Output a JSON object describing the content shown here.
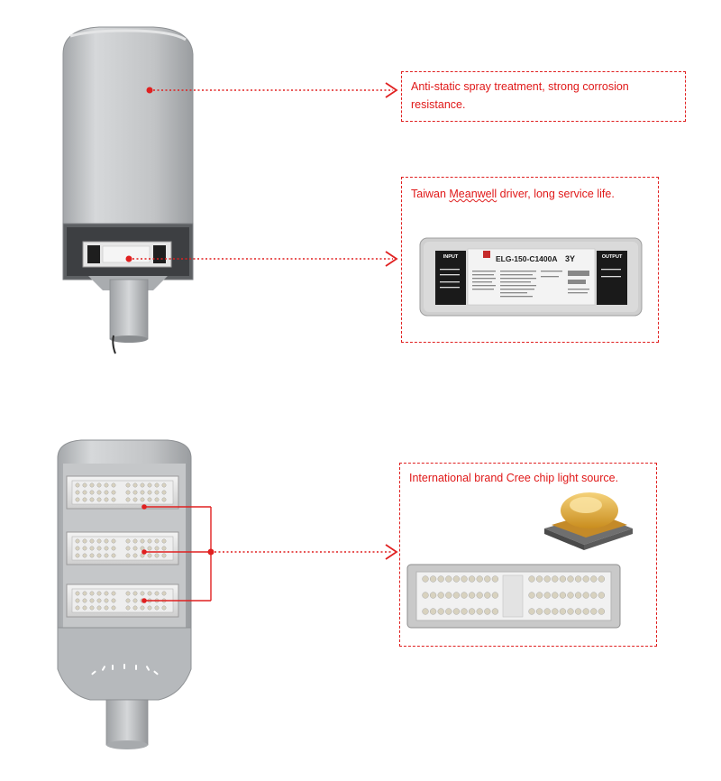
{
  "callouts": {
    "spray": {
      "text": "Anti-static spray treatment, strong corrosion resistance."
    },
    "driver": {
      "text_before": "Taiwan ",
      "brand": "Meanwell",
      "text_after": " driver, long service life."
    },
    "chip": {
      "text": "International brand Cree chip light source."
    }
  },
  "driver_label": {
    "input": "INPUT",
    "output": "OUTPUT",
    "model": "ELG-150-C1400A",
    "badge": "3Y"
  },
  "colors": {
    "accent": "#e02020",
    "housing": "#b9bcbf",
    "housing_dark": "#8e9194",
    "driver_body": "#dcdcdc",
    "chip_yellow": "#e8b43a"
  }
}
